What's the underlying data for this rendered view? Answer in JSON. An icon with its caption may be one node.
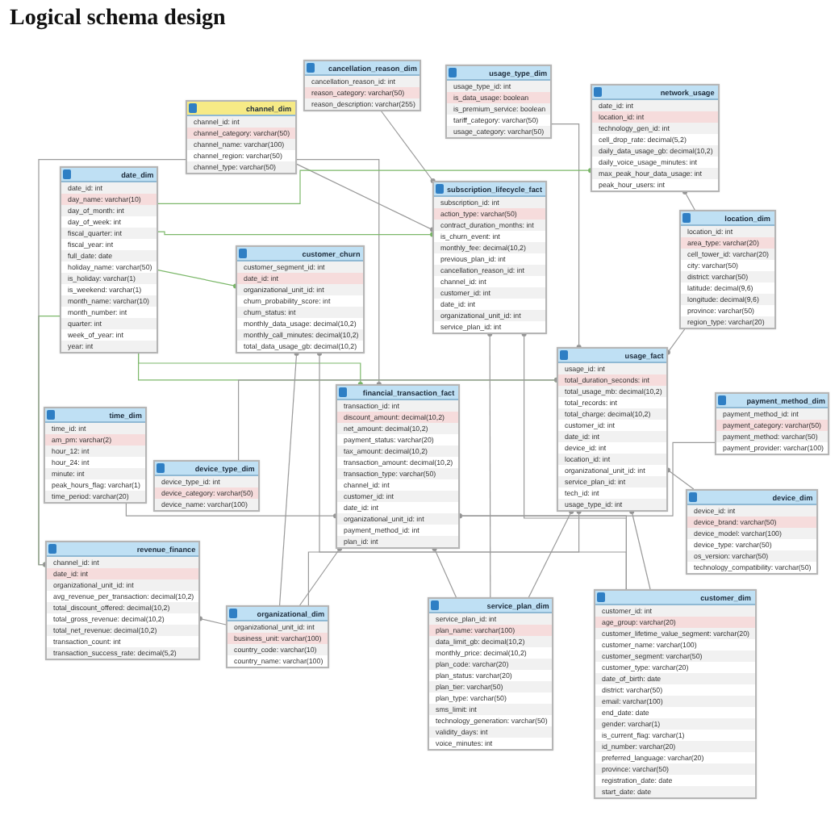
{
  "diagram": {
    "title": "Logical schema design",
    "nodes": [
      {
        "text": [
          "cancellation_reason_dim",
          "cancellation_reason_id: int",
          "reason_category: varchar(50)",
          "reason_description: varchar(255)"
        ]
      },
      {
        "text": [
          "usage_type_dim",
          "usage_type_id: int",
          "is_data_usage: boolean",
          "is_premium_service: boolean",
          "tariff_category: varchar(50)",
          "usage_category: varchar(50)"
        ]
      },
      {
        "text": [
          "network_usage",
          "date_id: int",
          "location_id: int",
          "technology_gen_id: int",
          "cell_drop_rate: decimal(5,2)",
          "daily_data_usage_gb: decimal(10,2)",
          "daily_voice_usage_minutes: int",
          "max_peak_hour_data_usage: int",
          "peak_hour_users: int"
        ]
      },
      {
        "text": [
          "channel_dim",
          "channel_id: int",
          "channel_category: varchar(50)",
          "channel_name: varchar(100)",
          "channel_region: varchar(50)",
          "channel_type: varchar(50)"
        ]
      },
      {
        "text": [
          "date_dim",
          "date_id: int",
          "day_name: varchar(10)",
          "day_of_month: int",
          "day_of_week: int",
          "fiscal_quarter: int",
          "fiscal_year: int",
          "full_date: date",
          "holiday_name: varchar(50)",
          "is_holiday: varchar(1)",
          "is_weekend: varchar(1)",
          "month_name: varchar(10)",
          "month_number: int",
          "quarter: int",
          "week_of_year: int",
          "year: int"
        ]
      },
      {
        "text": [
          "subscription_lifecycle_fact",
          "subscription_id: int",
          "action_type: varchar(50)",
          "contract_duration_months: int",
          "is_churn_event: int",
          "monthly_fee: decimal(10,2)",
          "previous_plan_id: int",
          "cancellation_reason_id: int",
          "channel_id: int",
          "customer_id: int",
          "date_id: int",
          "organizational_unit_id: int",
          "service_plan_id: int"
        ]
      },
      {
        "text": [
          "location_dim",
          "location_id: int",
          "area_type: varchar(20)",
          "cell_tower_id: varchar(20)",
          "city: varchar(50)",
          "district: varchar(50)",
          "latitude: decimal(9,6)",
          "longitude: decimal(9,6)",
          "province: varchar(50)",
          "region_type: varchar(20)"
        ]
      },
      {
        "text": [
          "customer_churn",
          "customer_segment_id: int",
          "date_id: int",
          "organizational_unit_id: int",
          "churn_probability_score: int",
          "churn_status: int",
          "monthly_data_usage: decimal(10,2)",
          "monthly_call_minutes: decimal(10,2)",
          "total_data_usage_gb: decimal(10,2)"
        ]
      },
      {
        "text": [
          "financial_transaction_fact",
          "transaction_id: int",
          "discount_amount: decimal(10,2)",
          "net_amount: decimal(10,2)",
          "payment_status: varchar(20)",
          "tax_amount: decimal(10,2)",
          "transaction_amount: decimal(10,2)",
          "transaction_type: varchar(50)",
          "channel_id: int",
          "customer_id: int",
          "date_id: int",
          "organizational_unit_id: int",
          "payment_method_id: int",
          "plan_id: int"
        ]
      },
      {
        "text": [
          "usage_fact",
          "usage_id: int",
          "total_duration_seconds: int",
          "total_usage_mb: decimal(10,2)",
          "total_records: int",
          "total_charge: decimal(10,2)",
          "customer_id: int",
          "date_id: int",
          "device_id: int",
          "location_id: int",
          "organizational_unit_id: int",
          "service_plan_id: int",
          "tech_id: int",
          "usage_type_id: int"
        ]
      },
      {
        "text": [
          "payment_method_dim",
          "payment_method_id: int",
          "payment_category: varchar(50)",
          "payment_method: varchar(50)",
          "payment_provider: varchar(100)"
        ]
      },
      {
        "text": [
          "time_dim",
          "time_id: int",
          "am_pm: varchar(2)",
          "hour_12: int",
          "hour_24: int",
          "minute: int",
          "peak_hours_flag: varchar(1)",
          "time_period: varchar(20)"
        ]
      },
      {
        "text": [
          "device_type_dim",
          "device_type_id: int",
          "device_category: varchar(50)",
          "device_name: varchar(100)"
        ]
      },
      {
        "text": [
          "device_dim",
          "device_id: int",
          "device_brand: varchar(50)",
          "device_model: varchar(100)",
          "device_type: varchar(50)",
          "os_version: varchar(50)",
          "technology_compatibility: varchar(50)"
        ]
      },
      {
        "text": [
          "revenue_finance",
          "channel_id: int",
          "date_id: int",
          "organizational_unit_id: int",
          "avg_revenue_per_transaction: decimal(10,2)",
          "total_discount_offered: decimal(10,2)",
          "total_gross_revenue: decimal(10,2)",
          "total_net_revenue: decimal(10,2)",
          "transaction_count: int",
          "transaction_success_rate: decimal(5,2)"
        ]
      },
      {
        "text": [
          "organizational_dim",
          "organizational_unit_id: int",
          "business_unit: varchar(100)",
          "country_code: varchar(10)",
          "country_name: varchar(100)"
        ]
      },
      {
        "text": [
          "service_plan_dim",
          "service_plan_id: int",
          "plan_name: varchar(100)",
          "data_limit_gb: decimal(10,2)",
          "monthly_price: decimal(10,2)",
          "plan_code: varchar(20)",
          "plan_status: varchar(20)",
          "plan_tier: varchar(50)",
          "plan_type: varchar(50)",
          "sms_limit: int",
          "technology_generation: varchar(50)",
          "validity_days: int",
          "voice_minutes: int"
        ]
      },
      {
        "text": [
          "customer_dim",
          "customer_id: int",
          "age_group: varchar(20)",
          "customer_lifetime_value_segment: varchar(20)",
          "customer_name: varchar(100)",
          "customer_segment: varchar(50)",
          "customer_type: varchar(20)",
          "date_of_birth: date",
          "district: varchar(50)",
          "email: varchar(100)",
          "end_date: date",
          "gender: varchar(1)",
          "is_current_flag: varchar(1)",
          "id_number: varchar(20)",
          "preferred_language: varchar(20)",
          "province: varchar(50)",
          "registration_date: date",
          "start_date: date"
        ]
      }
    ],
    "edges": [
      {
        "from": 8,
        "to": 4,
        "arrow": "other",
        "color": "#7cb86a"
      },
      {
        "from": 8,
        "to": 3,
        "arrow": "other"
      },
      {
        "from": 8,
        "to": 17,
        "arrow": "other"
      },
      {
        "from": 8,
        "to": 15,
        "arrow": "other"
      },
      {
        "from": 8,
        "to": 10,
        "arrow": "other"
      },
      {
        "from": 8,
        "to": 16,
        "arrow": "other"
      },
      {
        "from": 8,
        "to": 11,
        "arrow": "other"
      },
      {
        "from": 9,
        "to": 4,
        "arrow": "other",
        "color": "#7cb86a"
      },
      {
        "from": 9,
        "to": 17,
        "arrow": "other"
      },
      {
        "from": 9,
        "to": 13,
        "arrow": "other"
      },
      {
        "from": 9,
        "to": 12,
        "arrow": "other"
      },
      {
        "from": 9,
        "to": 6,
        "arrow": "other"
      },
      {
        "from": 9,
        "to": 15,
        "arrow": "other"
      },
      {
        "from": 9,
        "to": 16,
        "arrow": "other"
      },
      {
        "from": 9,
        "to": 1,
        "arrow": "other"
      },
      {
        "from": 5,
        "to": 4,
        "arrow": "other",
        "color": "#7cb86a"
      },
      {
        "from": 5,
        "to": 17,
        "arrow": "other"
      },
      {
        "from": 5,
        "to": 16,
        "arrow": "other"
      },
      {
        "from": 5,
        "to": 0,
        "arrow": "other"
      },
      {
        "from": 5,
        "to": 3,
        "arrow": "other"
      },
      {
        "from": 7,
        "to": 4,
        "arrow": "other",
        "color": "#7cb86a"
      },
      {
        "from": 7,
        "to": 17,
        "arrow": "other"
      },
      {
        "from": 7,
        "to": 15,
        "arrow": "other"
      },
      {
        "from": 14,
        "to": 4,
        "arrow": "other",
        "color": "#7cb86a"
      },
      {
        "from": 14,
        "to": 3,
        "arrow": "other"
      },
      {
        "from": 14,
        "to": 15,
        "arrow": "other"
      },
      {
        "from": 2,
        "to": 4,
        "arrow": "other",
        "color": "#7cb86a"
      },
      {
        "from": 2,
        "to": 6,
        "arrow": "other"
      }
    ]
  }
}
